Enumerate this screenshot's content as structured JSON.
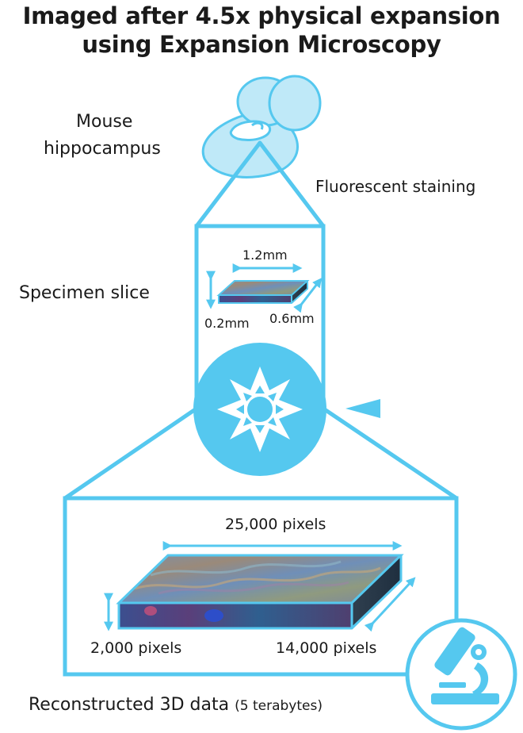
{
  "title": {
    "line1": "Imaged after 4.5x physical expansion",
    "line2": "using Expansion Microscopy"
  },
  "labels": {
    "mouse_line1": "Mouse",
    "mouse_line2": "hippocampus",
    "staining": "Fluorescent staining",
    "specimen": "Specimen slice",
    "reconstructed": "Reconstructed 3D data",
    "reconstructed_note": "(5 terabytes)"
  },
  "specimen_dims": {
    "width": "1.2mm",
    "height": "0.2mm",
    "depth": "0.6mm"
  },
  "data_dims": {
    "width": "25,000 pixels",
    "height": "2,000 pixels",
    "depth": "14,000 pixels"
  },
  "colors": {
    "accent": "#55c8ef",
    "accent_light": "#bfe9f8",
    "text": "#1a1a1a"
  },
  "icons": [
    "mouse-icon",
    "expansion-arrows-icon",
    "microscope-icon",
    "camera-icon"
  ]
}
